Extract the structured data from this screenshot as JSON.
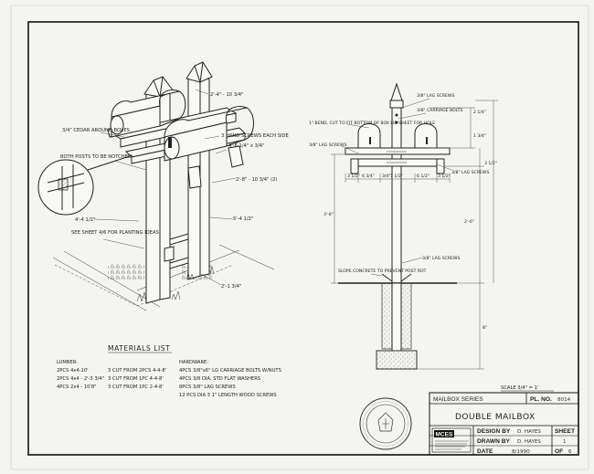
{
  "iso_notes": {
    "top_dim": "2'-4\" - 10 3/4\"",
    "hand_screws": "3 HAND SCREWS EACH SIDE",
    "cedar_brace": "3/4\" CEDAR AROUND BOXES",
    "bolt_dim": "4'-6 1/4\" x 3/4\"",
    "cross_dim": "2'-8\" - 10 3/4\" (2)",
    "bolt_note": "BOTH POSTS TO BE NOTCHED",
    "left_post": "4'-4 1/2\"",
    "right_post": "5'-4 1/2\"",
    "see_sheet": "SEE SHEET 4/6 FOR PLANTING IDEAS",
    "base_dim": "2'-1 3/4\""
  },
  "elev_notes": {
    "lag_top": "3/8\" LAG SCREWS",
    "carriage": "3/8\" CARRIAGE BOLTS",
    "bend": "1\" BEND, CUT TO FIT BOTTOM OF BOX LID SHEET FOR HOLE",
    "lag_left": "3/8\" LAG SCREWS",
    "lag_right": "3/8\" LAG SCREWS",
    "lag_mid": "3/8\" LAG SCREWS",
    "slope": "SLOPE CONCRETE TO PREVENT POST ROT",
    "dim_a": "2 1/4\"",
    "dim_b": "1 3/4\"",
    "dim_c": "3 1/2\"",
    "dim_d": "2'-6\"",
    "dim_e": "3'-6\"",
    "dim_f": "8\"",
    "seg1": "3 1/2\"",
    "seg2": "6 3/4\"",
    "seg3": "1 1/2\"",
    "seg4": "6 1/2\"",
    "seg5": "3 1/2\"",
    "seg6": "3/4\""
  },
  "materials": {
    "title": "MATERIALS LIST",
    "lumber_head": "LUMBER:",
    "lumber": [
      "2PCS 4x4-10'",
      "2PCS 4x4 - 2'-3 3/4\"",
      "4PCS 2x4 - 10'8\""
    ],
    "cuts": [
      "3 CUT FROM 2PCS 4-4-8'",
      "3 CUT FROM 1PC 4-4-8'",
      "3 CUT FROM 1PC 2-4-8'"
    ],
    "hardware_head": "HARDWARE:",
    "hardware": [
      "4PCS 3/8\"x6\" LG CARRIAGE BOLTS W/NUTS",
      "4PCS 3/8 DIA. STD FLAT WASHERS",
      "8PCS 3/8\" LAG SCREWS",
      "12 PCS DIA 3 1\" LENGTH WOOD SCREWS"
    ]
  },
  "scale": "SCALE 3/4\" = 1'",
  "title_block": {
    "series_label": "MAILBOX SERIES",
    "plan_no_label": "PL. NO.",
    "plan_no": "8014",
    "title": "DOUBLE MAILBOX",
    "design_label": "DESIGN BY",
    "design_by": "D. HAYES",
    "drawn_label": "DRAWN BY",
    "drawn_by": "D. HAYES",
    "date_label": "DATE",
    "date": "8/1990",
    "sheet_label": "SHEET",
    "sheet": "1",
    "of_label": "OF",
    "of": "6",
    "logo": "MCES"
  },
  "colors": {
    "ink": "#222222",
    "paper": "#f4f4f1"
  }
}
